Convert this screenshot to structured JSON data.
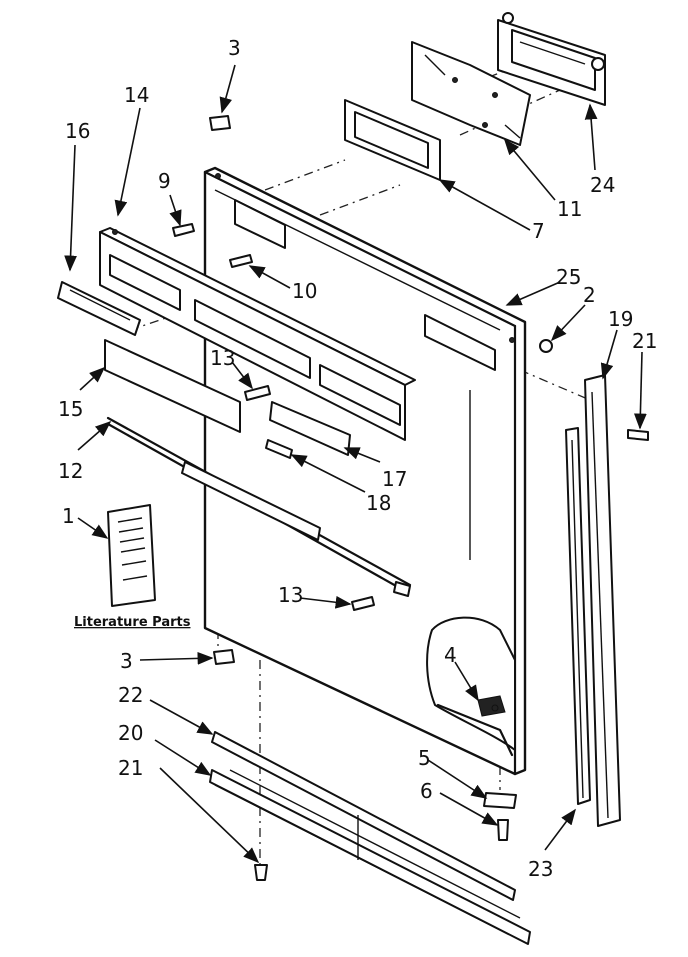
{
  "labels": {
    "p1": "1",
    "p2": "2",
    "p3a": "3",
    "p3b": "3",
    "p4": "4",
    "p5": "5",
    "p6": "6",
    "p7": "7",
    "p9": "9",
    "p10": "10",
    "p11": "11",
    "p12": "12",
    "p13a": "13",
    "p13b": "13",
    "p14": "14",
    "p15": "15",
    "p16": "16",
    "p17": "17",
    "p18": "18",
    "p19": "19",
    "p20": "20",
    "p21a": "21",
    "p21b": "21",
    "p22": "22",
    "p23": "23",
    "p24": "24",
    "p25": "25"
  },
  "literature_caption": "Literature Parts"
}
